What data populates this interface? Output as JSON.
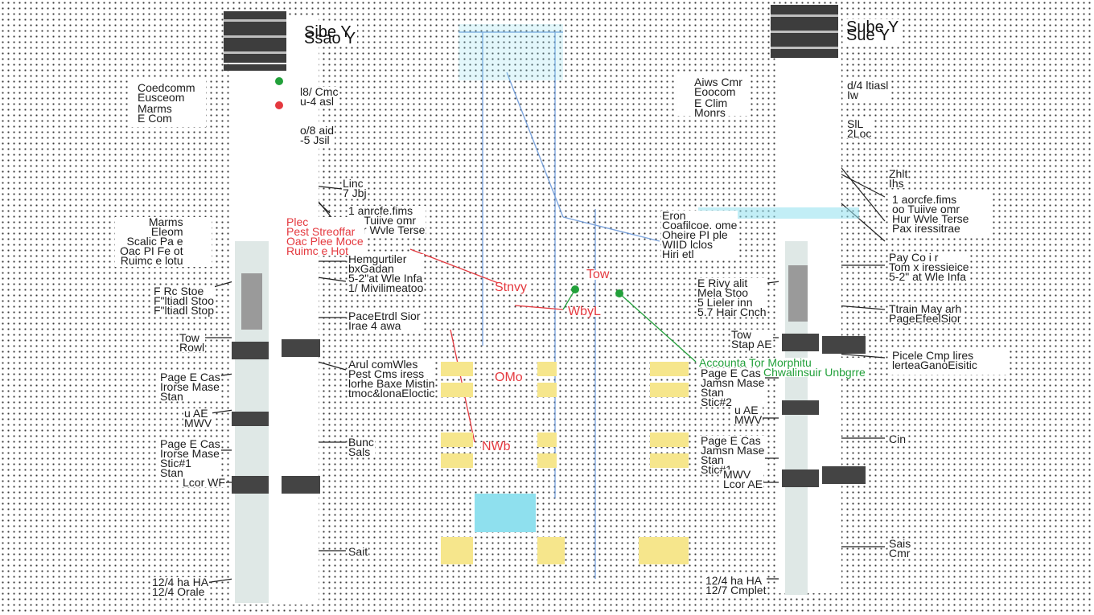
{
  "colors": {
    "header": "#3d3d3d",
    "red_label": "#e4393f",
    "green_label": "#22a03a",
    "cyan": "#8fe0ee",
    "yellow": "#f6e68c",
    "bore": "#dfe8e6"
  },
  "left_well": {
    "title_lines": [
      "Sibe Y",
      "Ssao Y"
    ],
    "legend": [
      {
        "lines": [
          "Coedcomm",
          "Eusceom"
        ],
        "icon": "connection-icon"
      },
      {
        "lines": [
          "Marms",
          "E Com"
        ],
        "icon": "connection-icon"
      }
    ],
    "labels_right": [
      {
        "lines": [
          "l8/ Cmc",
          "u-4 asl"
        ]
      },
      {
        "lines": [
          "o/8 aid",
          "-5 Jsil"
        ]
      },
      {
        "lines": [
          "Linc",
          "7 Jbj"
        ]
      },
      {
        "lines": [
          "1 anrcfe.fims",
          "oo Tuiive omr",
          "Hur Wvle Terse"
        ]
      },
      {
        "lines": [
          "Hemgurtiler",
          "bxGadan",
          "5-2\"at Wle Infa",
          "1/ Mivilimeatoo"
        ]
      },
      {
        "lines": [
          "PaceEtrdl Sior",
          "Irae 4 awa"
        ]
      },
      {
        "lines": [
          "Arul comWles",
          "Pest Cms iress",
          "lorhe Baxe Mistin",
          "tmoc&lonaEloctic"
        ]
      },
      {
        "lines": [
          "Bunc",
          "Sals"
        ]
      },
      {
        "lines": [
          "Sait"
        ]
      }
    ],
    "labels_left": [
      {
        "lines": [
          "Marms",
          "Eleom",
          "Scalic Pa e",
          "Oac PI  Fe ot",
          "Ruimc e lotu"
        ]
      },
      {
        "lines": [
          "F Rc Stoe",
          "F\"ltiadl Stoo",
          "F\"ltiadl Stop"
        ]
      },
      {
        "lines": [
          "Tow",
          "Rowl"
        ]
      },
      {
        "lines": [
          "Page E Cas",
          "Irorse Mase",
          "Stan"
        ]
      },
      {
        "lines": [
          "u AE",
          "MWV"
        ]
      },
      {
        "lines": [
          "Page E Cas",
          "Irorse Mase",
          "Stic#1",
          "Stan"
        ]
      },
      {
        "lines": [
          "Lcor WF"
        ]
      },
      {
        "lines": [
          "12/4 ha HA",
          "12/4 Orale"
        ]
      }
    ],
    "red_labels": [
      {
        "lines": [
          "Plec",
          "Pest Streoffar",
          "Oac Plee Moce",
          "Ruimc e Hot"
        ]
      }
    ]
  },
  "middle": {
    "red_labels": [
      {
        "lines": [
          "Stnvy"
        ]
      },
      {
        "lines": [
          "Tow"
        ]
      },
      {
        "lines": [
          "WbyL"
        ]
      },
      {
        "lines": [
          "OMo"
        ]
      },
      {
        "lines": [
          "NWb"
        ]
      }
    ]
  },
  "right_well": {
    "title_lines": [
      "Sube Y",
      "Sue Y"
    ],
    "legend": [
      {
        "lines": [
          "Aiws Cmr",
          "Eoocom"
        ],
        "icon": "connection-icon"
      },
      {
        "lines": [
          "E Clim",
          "Monrs"
        ],
        "icon": "connection-icon"
      }
    ],
    "labels_right": [
      {
        "lines": [
          "d/4 ltiasl",
          "Iw"
        ]
      },
      {
        "lines": [
          "SlL",
          "2Loc"
        ]
      },
      {
        "lines": [
          "Zhlt",
          "Ihs"
        ]
      },
      {
        "lines": [
          "1 aorcfe.fims",
          "oo Tuiive omr",
          "Hur Wvle Terse",
          "Pax iressitrae"
        ]
      },
      {
        "lines": [
          "Pay Co i r",
          "Tom x iressieice",
          "5-2\" at Wle Infa"
        ]
      },
      {
        "lines": [
          "Ttrain May arh",
          "PageEfeelSior"
        ]
      },
      {
        "lines": [
          "Picele Cmp lires",
          "lerteaGanoEisitic"
        ]
      },
      {
        "lines": [
          "Cin"
        ]
      },
      {
        "lines": [
          "Sais",
          "Cmr"
        ]
      }
    ],
    "labels_left": [
      {
        "lines": [
          "Eron",
          "Coafilcoe. ome",
          "Oheire PI ple",
          "WIID lclos",
          "Hiri etl"
        ]
      },
      {
        "lines": [
          "E Rivy alit",
          "Mela Stoo",
          "5 Lieler inn",
          "5.7 Hair Cnch"
        ]
      },
      {
        "lines": [
          "Tow",
          "Stap AE"
        ]
      },
      {
        "lines": [
          "Page E Cas",
          "Jamsn Mase",
          "Stan",
          "Stic#2"
        ]
      },
      {
        "lines": [
          "u AE",
          "MWV"
        ]
      },
      {
        "lines": [
          "Page E Cas",
          "Jamsn Mase",
          "Stan",
          "Stic#1"
        ]
      },
      {
        "lines": [
          "MWV",
          "Lcor AE"
        ]
      },
      {
        "lines": [
          "12/4 ha HA",
          "12/7 Cmplet"
        ]
      }
    ],
    "green_labels": [
      {
        "lines": [
          "Accounta Tor Morphitu ",
          "Chwalinsuir  Unbgrre"
        ]
      }
    ]
  }
}
